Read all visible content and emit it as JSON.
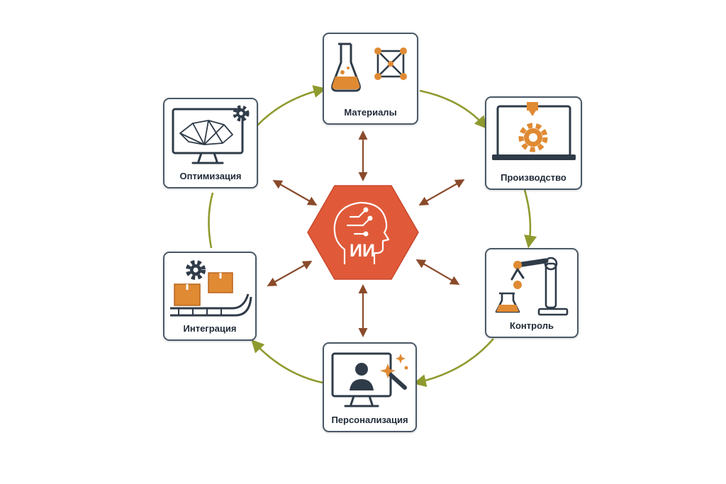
{
  "diagram": {
    "center": {
      "label": "ИИ",
      "icon": "ai-head-circuit-icon"
    },
    "nodes": [
      {
        "id": "materials",
        "label": "Материалы",
        "icon": "flask-lattice-icon"
      },
      {
        "id": "production",
        "label": "Производство",
        "icon": "printer-gear-icon"
      },
      {
        "id": "control",
        "label": "Контроль",
        "icon": "robot-arm-icon"
      },
      {
        "id": "personalization",
        "label": "Персонализация",
        "icon": "user-monitor-magic-wand-icon"
      },
      {
        "id": "integration",
        "label": "Интеграция",
        "icon": "conveyor-boxes-gear-icon"
      },
      {
        "id": "optimization",
        "label": "Оптимизация",
        "icon": "monitor-mesh-gear-icon"
      }
    ],
    "colors": {
      "hub": "#e05a3a",
      "cycle_arrow": "#8f9a2e",
      "spoke_arrow": "#8a4a2a",
      "node_border": "#4a5866",
      "accent": "#e08a34"
    }
  }
}
